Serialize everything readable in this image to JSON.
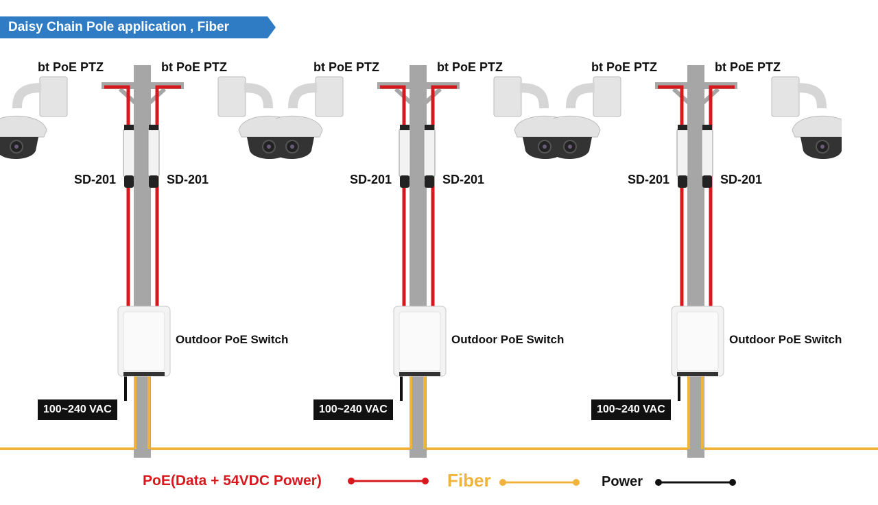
{
  "title": "Daisy Chain Pole application , Fiber",
  "colors": {
    "banner": "#2f7cc4",
    "poe": "#d7191f",
    "fiber": "#f0b33c",
    "power": "#111111",
    "pole": "#a6a6a6"
  },
  "units": [
    {
      "camera_left": "bt PoE PTZ",
      "camera_right": "bt PoE PTZ",
      "splitter_left": "SD-201",
      "splitter_right": "SD-201",
      "switch": "Outdoor PoE Switch",
      "power_input": "100~240 VAC"
    },
    {
      "camera_left": "bt PoE PTZ",
      "camera_right": "bt PoE PTZ",
      "splitter_left": "SD-201",
      "splitter_right": "SD-201",
      "switch": "Outdoor PoE Switch",
      "power_input": "100~240 VAC"
    },
    {
      "camera_left": "bt PoE PTZ",
      "camera_right": "bt PoE PTZ",
      "splitter_left": "SD-201",
      "splitter_right": "SD-201",
      "switch": "Outdoor PoE Switch",
      "power_input": "100~240 VAC"
    }
  ],
  "legend": {
    "poe": "PoE(Data + 54VDC Power)",
    "fiber": "Fiber",
    "power": "Power"
  }
}
